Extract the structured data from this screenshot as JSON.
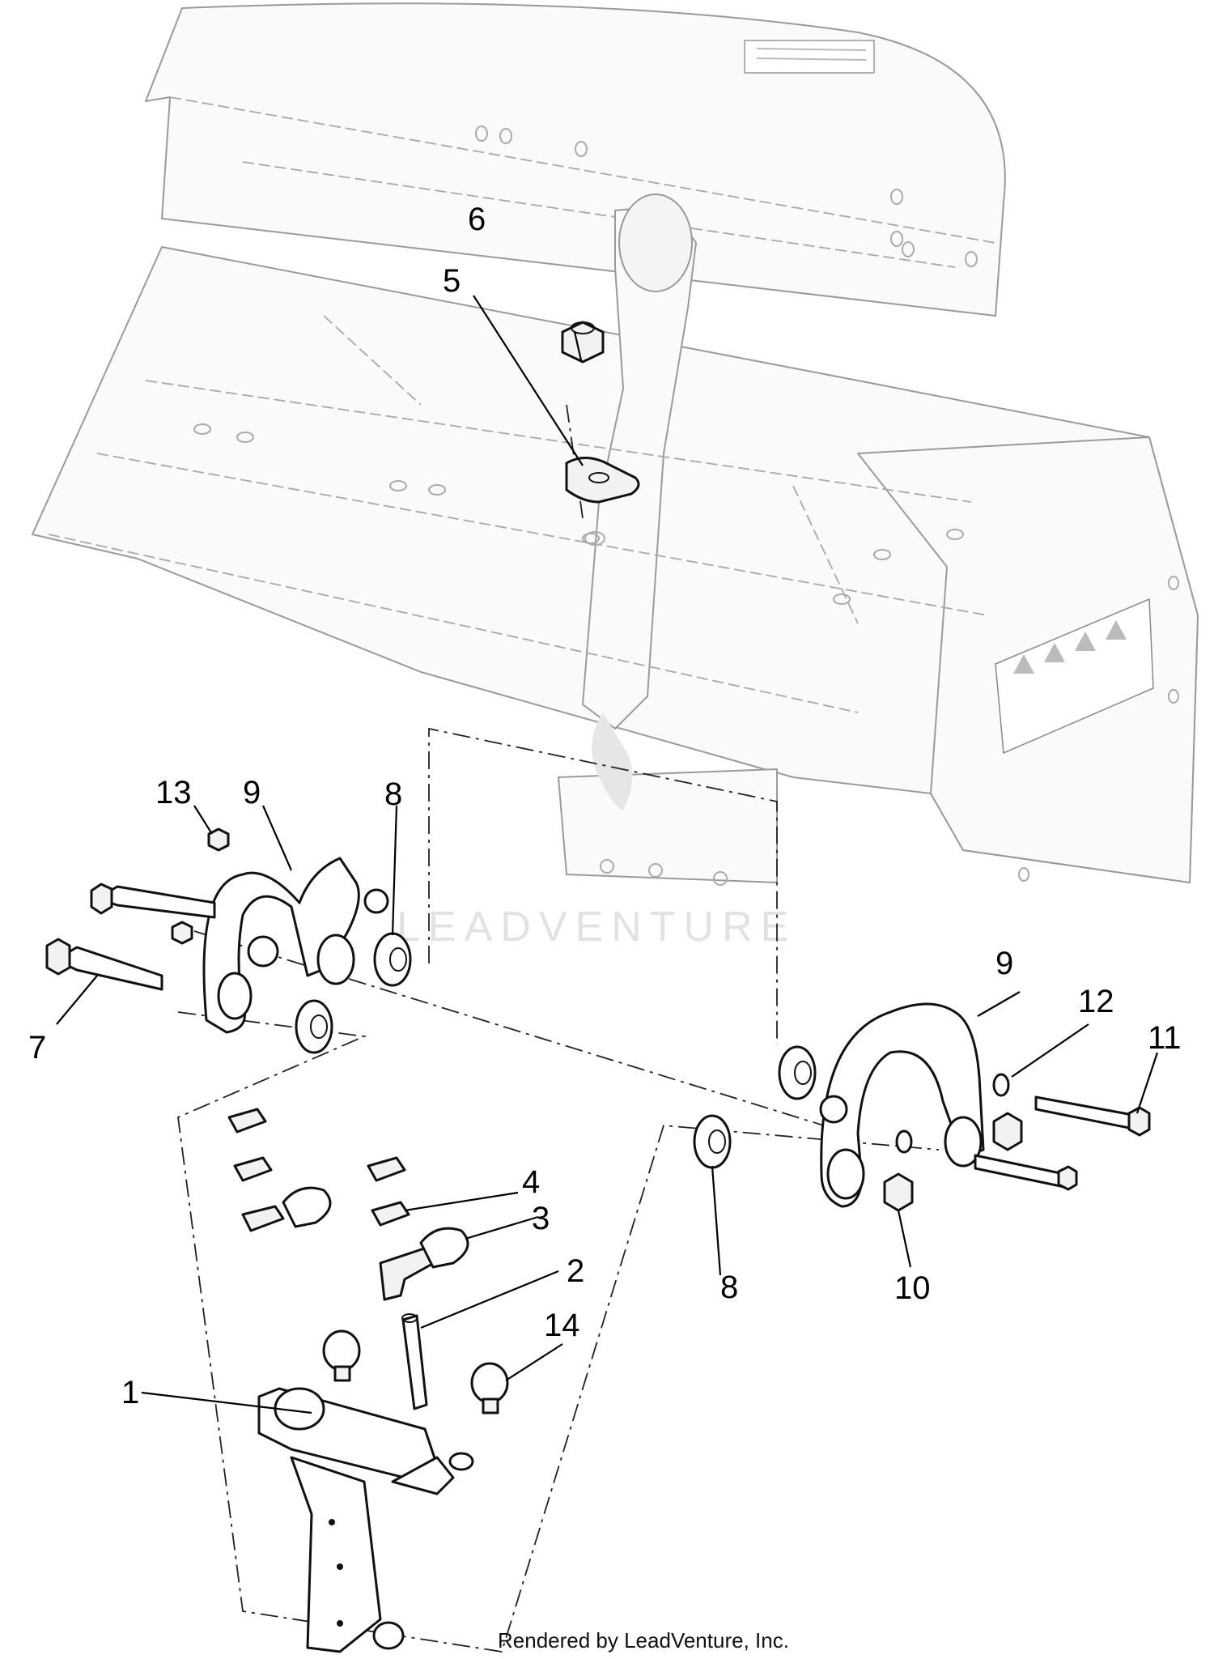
{
  "callouts": [
    {
      "number": "1"
    },
    {
      "number": "2"
    },
    {
      "number": "3"
    },
    {
      "number": "4"
    },
    {
      "number": "5"
    },
    {
      "number": "6"
    },
    {
      "number": "7"
    },
    {
      "number": "8"
    },
    {
      "number": "8"
    },
    {
      "number": "9"
    },
    {
      "number": "9"
    },
    {
      "number": "10"
    },
    {
      "number": "11"
    },
    {
      "number": "12"
    },
    {
      "number": "13"
    },
    {
      "number": "14"
    }
  ],
  "watermark": "LEADVENTURE",
  "credit": "Rendered by LeadVenture, Inc."
}
